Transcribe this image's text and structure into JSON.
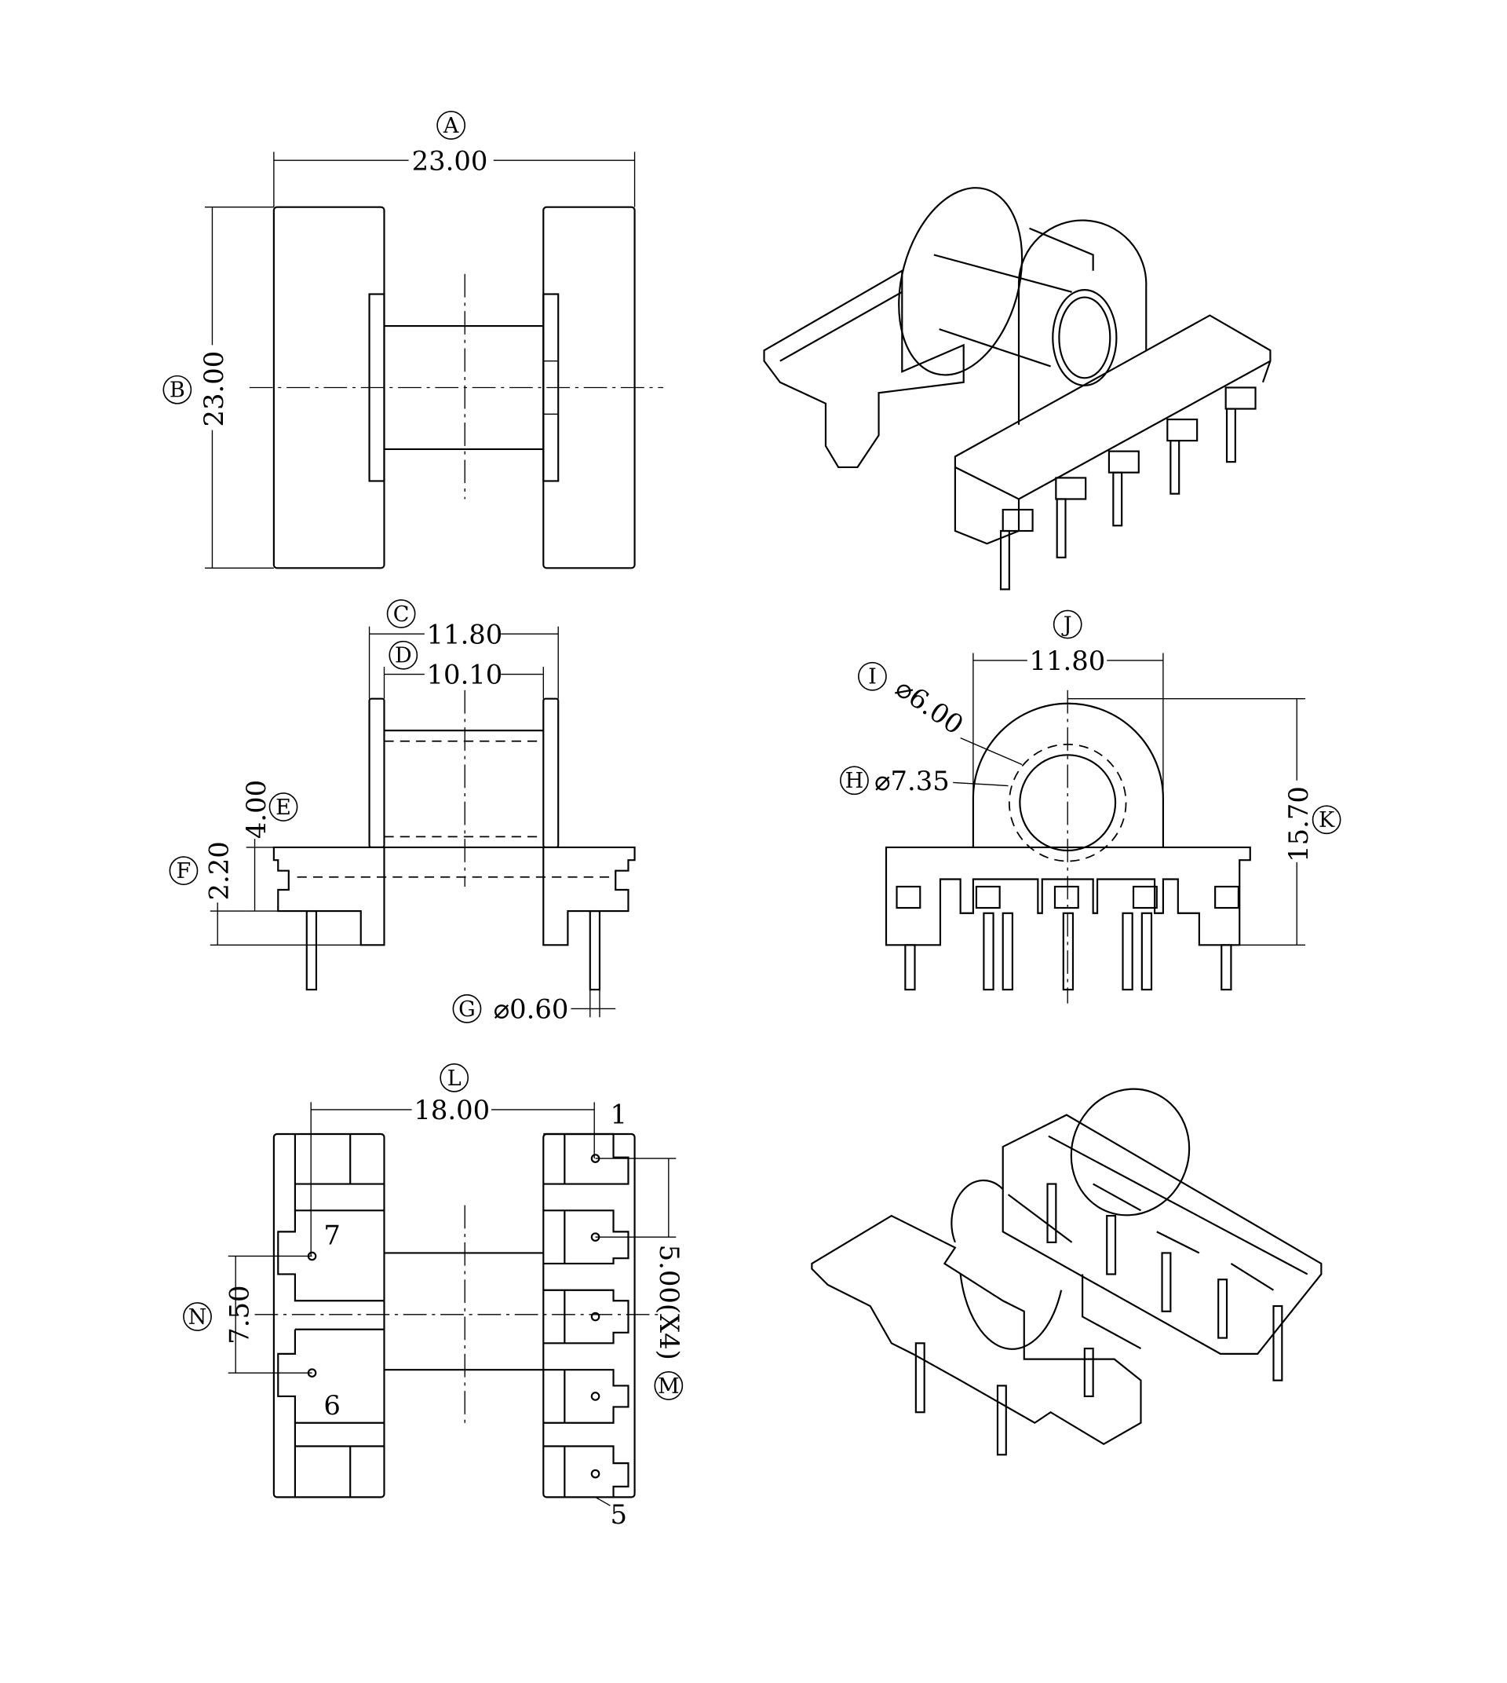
{
  "dimensions": {
    "A": {
      "letter": "A",
      "value": "23.00"
    },
    "B": {
      "letter": "B",
      "value": "23.00"
    },
    "C": {
      "letter": "C",
      "value": "11.80"
    },
    "D": {
      "letter": "D",
      "value": "10.10"
    },
    "E": {
      "letter": "E",
      "value": "4.00"
    },
    "F": {
      "letter": "F",
      "value": "2.20"
    },
    "G": {
      "letter": "G",
      "value": "⌀0.60"
    },
    "H": {
      "letter": "H",
      "value": "⌀7.35"
    },
    "I": {
      "letter": "I",
      "value": "⌀6.00"
    },
    "J": {
      "letter": "J",
      "value": "11.80"
    },
    "K": {
      "letter": "K",
      "value": "15.70"
    },
    "L": {
      "letter": "L",
      "value": "18.00"
    },
    "M": {
      "letter": "M",
      "value": "5.00(X4)"
    },
    "N": {
      "letter": "N",
      "value": "7.50"
    }
  },
  "pins": {
    "p1": "1",
    "p5": "5",
    "p6": "6",
    "p7": "7"
  }
}
